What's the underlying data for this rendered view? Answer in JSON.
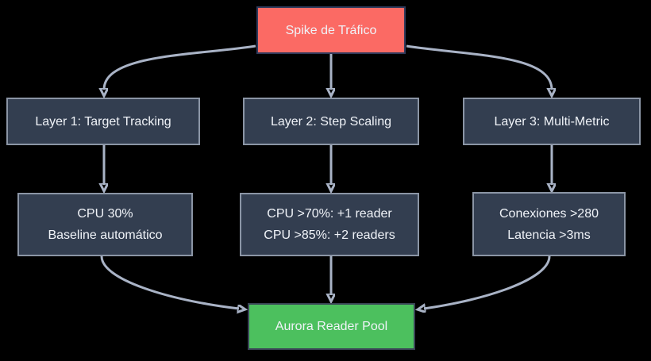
{
  "diagram": {
    "type": "flowchart",
    "background_color": "#000000",
    "colors": {
      "spike_fill": "#fb6a64",
      "spike_border": "#303a5c",
      "node_fill": "#333e50",
      "node_border": "#8b95a5",
      "pool_fill": "#4cc05e",
      "pool_border": "#3a4456",
      "arrow": "#a9b3c6",
      "text": "#f0f3f8"
    },
    "nodes": {
      "spike": {
        "label": "Spike de Tráfico"
      },
      "layer1": {
        "label": "Layer 1: Target Tracking"
      },
      "layer2": {
        "label": "Layer 2: Step Scaling"
      },
      "layer3": {
        "label": "Layer 3: Multi-Metric"
      },
      "detail1": {
        "lines": [
          "CPU 30%",
          "Baseline automático"
        ]
      },
      "detail2": {
        "lines": [
          "CPU >70%: +1 reader",
          "CPU >85%: +2 readers"
        ]
      },
      "detail3": {
        "lines": [
          "Conexiones >280",
          "Latencia >3ms"
        ]
      },
      "pool": {
        "label": "Aurora Reader Pool"
      }
    },
    "edges": [
      {
        "from": "spike",
        "to": "layer1"
      },
      {
        "from": "spike",
        "to": "layer2"
      },
      {
        "from": "spike",
        "to": "layer3"
      },
      {
        "from": "layer1",
        "to": "detail1"
      },
      {
        "from": "layer2",
        "to": "detail2"
      },
      {
        "from": "layer3",
        "to": "detail3"
      },
      {
        "from": "detail1",
        "to": "pool"
      },
      {
        "from": "detail2",
        "to": "pool"
      },
      {
        "from": "detail3",
        "to": "pool"
      }
    ]
  }
}
